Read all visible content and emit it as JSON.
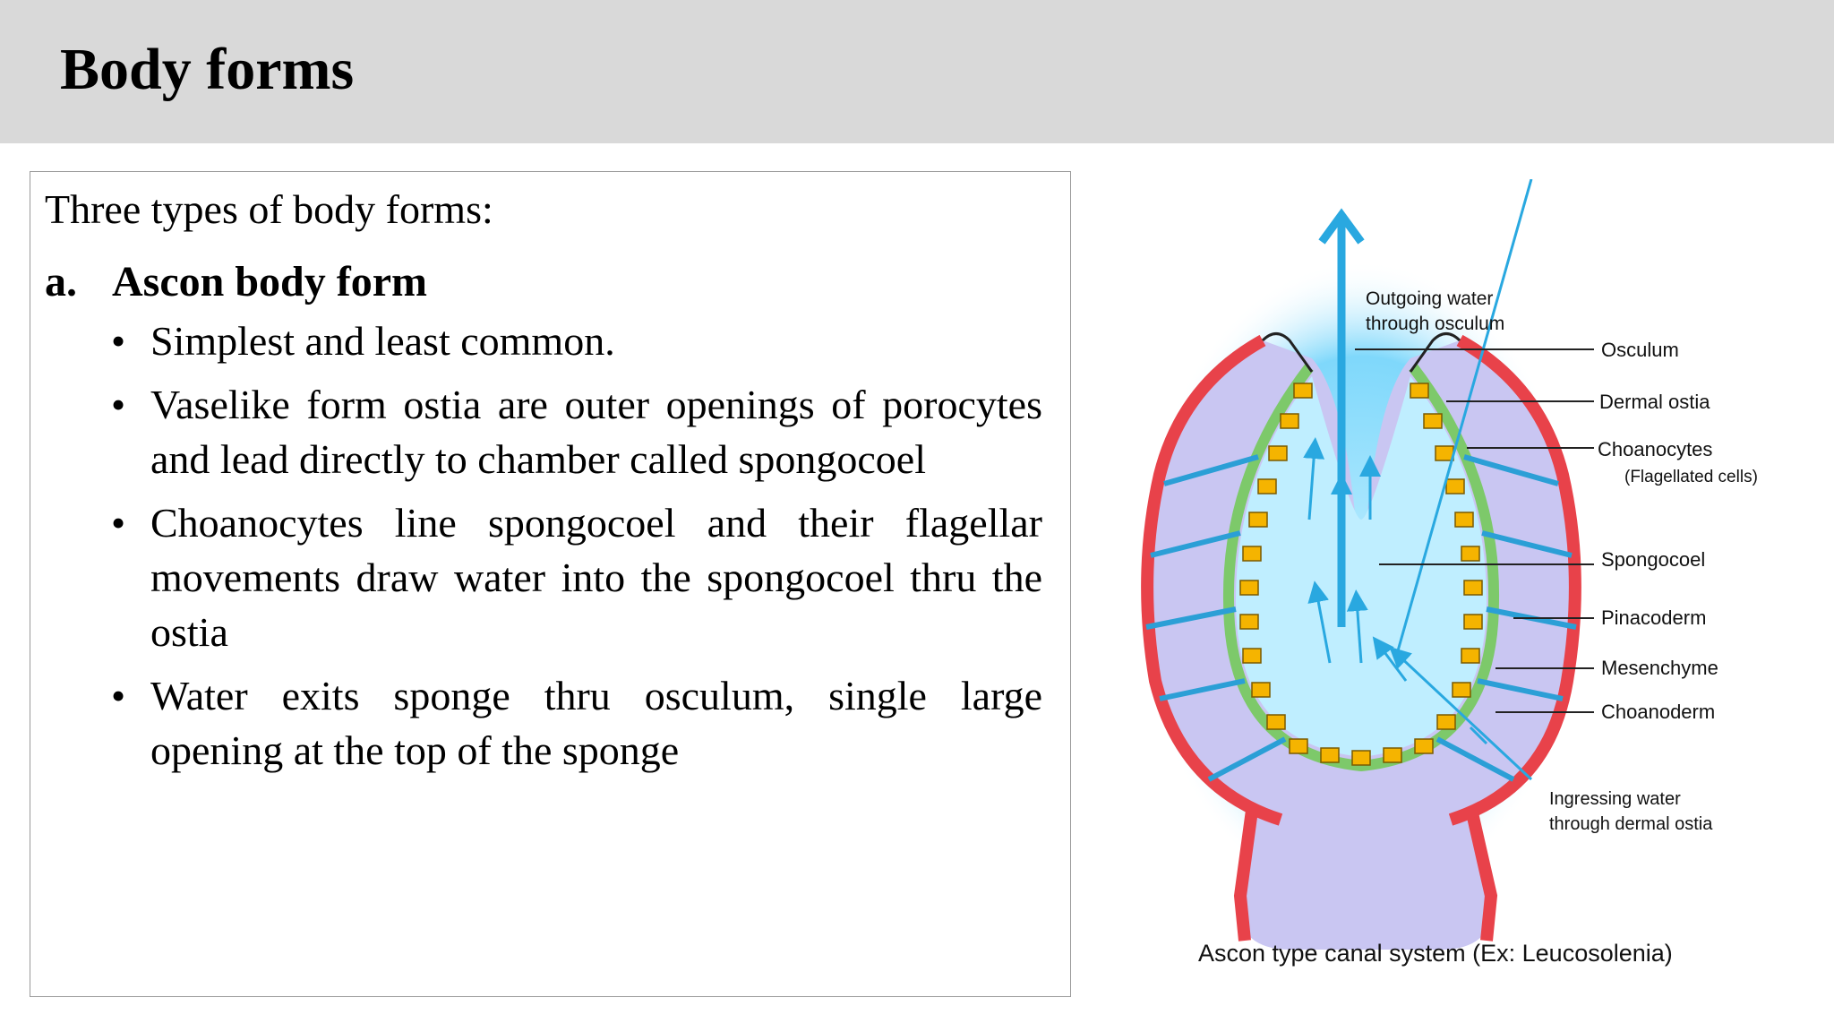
{
  "slide": {
    "title": "Body forms"
  },
  "content": {
    "intro": "Three types of body forms:",
    "section_letter": "a.",
    "section_title": "Ascon body form",
    "bullets": [
      "Simplest and least common.",
      "Vaselike form ostia are outer openings of porocytes and lead directly to chamber called spongocoel",
      "Choanocytes line spongocoel and their flagellar movements draw water into the spongocoel thru the ostia",
      "Water exits sponge thru osculum, single large opening at the top of the sponge"
    ]
  },
  "diagram": {
    "caption": "Ascon type canal system (Ex: Leucosolenia)",
    "outgoing_label_line1": "Outgoing water",
    "outgoing_label_line2": "through osculum",
    "ingress_label_line1": "Ingressing water",
    "ingress_label_line2": "through dermal ostia",
    "labels": {
      "osculum": "Osculum",
      "dermal_ostia": "Dermal ostia",
      "choanocytes": "Choanocytes",
      "flagellated": "(Flagellated cells)",
      "spongocoel": "Spongocoel",
      "pinacoderm": "Pinacoderm",
      "mesenchyme": "Mesenchyme",
      "choanoderm": "Choanoderm"
    },
    "colors": {
      "water": "#29a8e0",
      "pinacoderm": "#e8424a",
      "mesenchyme": "#c9c6f2",
      "choanoderm": "#7dc96a",
      "choanocyte": "#f5b400"
    }
  }
}
